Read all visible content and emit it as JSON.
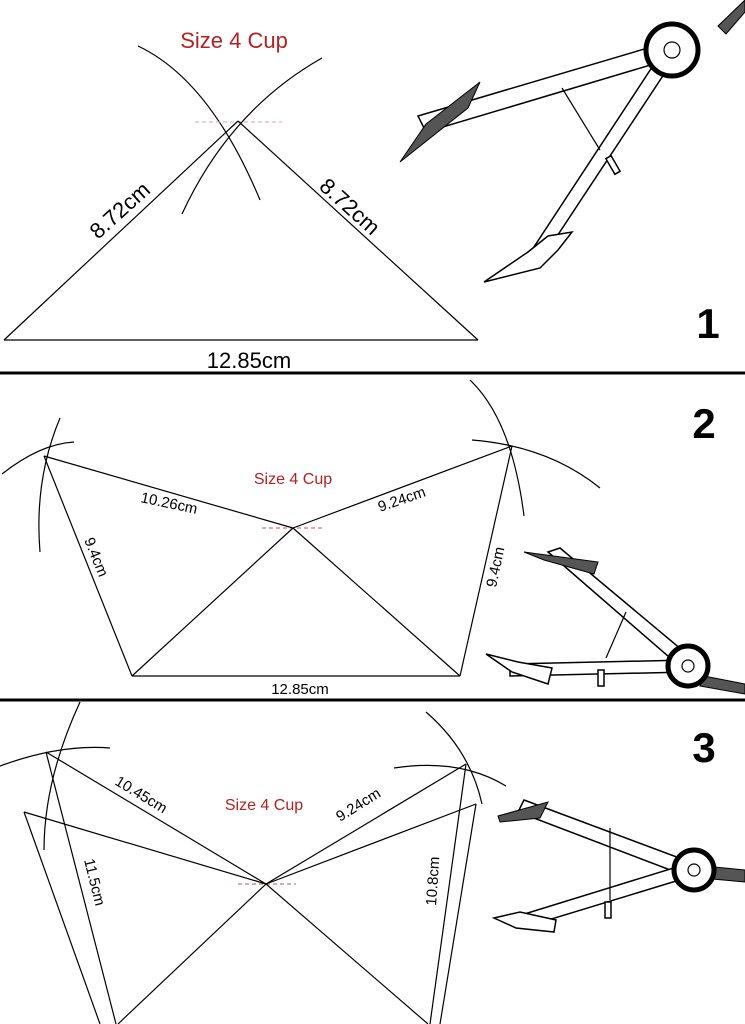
{
  "panels": [
    {
      "number": "1",
      "title": "Size 4 Cup",
      "measurements": {
        "left_side": "8.72cm",
        "right_side": "8.72cm",
        "base": "12.85cm"
      }
    },
    {
      "number": "2",
      "title": "Size 4 Cup",
      "measurements": {
        "upper_left": "10.26cm",
        "upper_right": "9.24cm",
        "left_side": "9.4cm",
        "right_side": "9.4cm",
        "base": "12.85cm"
      }
    },
    {
      "number": "3",
      "title": "Size 4 Cup",
      "measurements": {
        "upper_left": "10.45cm",
        "upper_right": "9.24cm",
        "left_side": "11.5cm",
        "right_side": "10.8cm"
      }
    }
  ],
  "colors": {
    "title": "#b22222",
    "lines": "#000000",
    "background": "#ffffff"
  }
}
